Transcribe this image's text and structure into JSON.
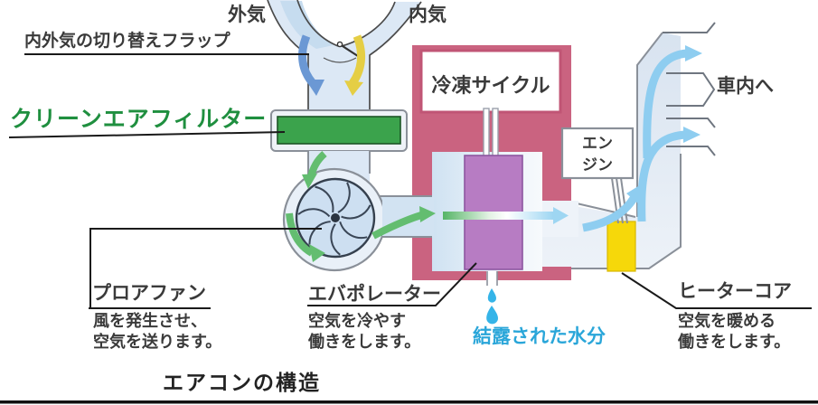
{
  "diagram": {
    "title": "エアコンの構造",
    "intake": {
      "outside_air_label": "外気",
      "inside_air_label": "内気",
      "flap_label": "内外気の切り替えフラップ",
      "outside_arrow_color": "#6b98d4",
      "inside_arrow_color": "#e5ce45"
    },
    "clean_air_filter": {
      "label": "クリーンエアフィルター",
      "label_color": "#1f8f3f",
      "fill_color": "#3ba34c"
    },
    "blower_fan": {
      "label": "プロアファン",
      "description": "風を発生させ、\n空気を送ります。"
    },
    "refrigeration_cycle": {
      "label": "冷凍サイクル",
      "housing_color": "#ca6380"
    },
    "evaporator": {
      "label": "エバポレーター",
      "description": "空気を冷やす\n働きをします。",
      "fill_color": "#b77cc3"
    },
    "condensed_water": {
      "label": "結露された水分",
      "label_color": "#2aa6d9"
    },
    "engine": {
      "label": "エン\nジン"
    },
    "heater_core": {
      "label": "ヒーターコア",
      "description": "空気を暖める\n働きをします。",
      "fill_color": "#f6d80a"
    },
    "cabin": {
      "label": "車内へ"
    },
    "airflow_colors": {
      "cool_arrow": "#8ecdf0",
      "warm_arrow": "#63bd70"
    }
  }
}
